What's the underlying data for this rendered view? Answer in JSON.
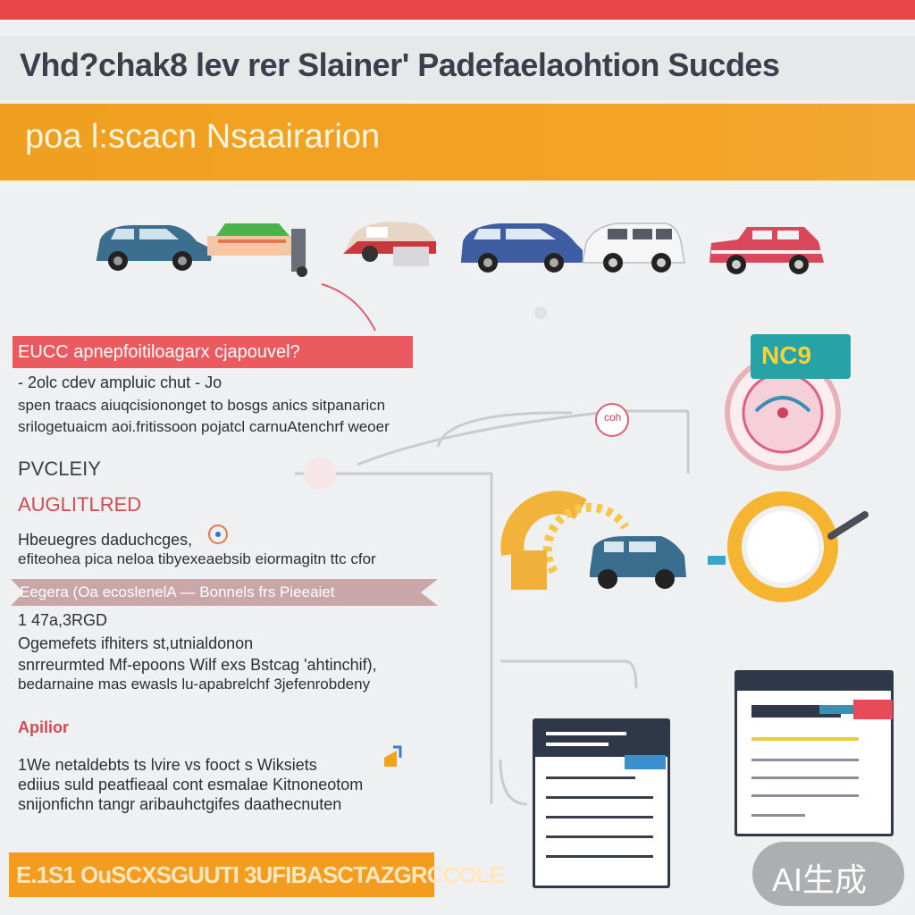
{
  "header": {
    "title": "Vhd?chak8 lev rer Slainer' Padefaelaohtion Sucdes",
    "subtitle": "poa l:scacn Nsaairarion"
  },
  "section1": {
    "heading": "EUCC apnepfoitiloagarx cjapouvel?",
    "line1": "- 2olc cdev ampluic chut  - Jo",
    "line2": "spen traacs aiuqcisiononget to bosgs anics sitpanaricn",
    "line3": "srilogetuaicm aoi.fritissoon pojatcl carnuAtenchrf weoer"
  },
  "section2": {
    "label1": "PVCLEIY",
    "label2": "AUGLITLRED",
    "line1": "Hbeuegres daduchcges,",
    "line2": "efiteohea pica neloa tibyexeaebsib eiormagitn ttc cfor"
  },
  "ribbon": {
    "text": "Eegera (Oa ecoslenelA —   Bonnels frs Pieeaiet"
  },
  "section3": {
    "number": "1 47a,3RGD",
    "line1": "Ogemefets ifhiters st,utnialdonon",
    "line2": "snrreurmted Mf-epoons Wilf exs Bstcag 'ahtinchif),",
    "line3": "bedarnaine mas ewasls lu-apabrelchf 3jefenrobdeny"
  },
  "section4": {
    "label": "Apilior",
    "line1": "1We netaldebts ts lvire vs fooct s Wiksiets",
    "line2": "ediius suld peatfieaal cont esmalae Kitnoneotom",
    "line3": "snijonfichn tangr aribauhctgifes daathecnuten"
  },
  "footer": {
    "text": "E.1S1 OuSCXSGUUTI 3UFIBASCTAZGRCCOLE"
  },
  "badge": {
    "text": "NC9"
  },
  "gauge_label": "coh",
  "watermark": {
    "text": "AI生成"
  },
  "colors": {
    "top_bar": "#e8474a",
    "orange": "#f39c1f",
    "red_section": "#ea5a5e",
    "teal": "#27a3a8",
    "navy": "#2f3848"
  }
}
